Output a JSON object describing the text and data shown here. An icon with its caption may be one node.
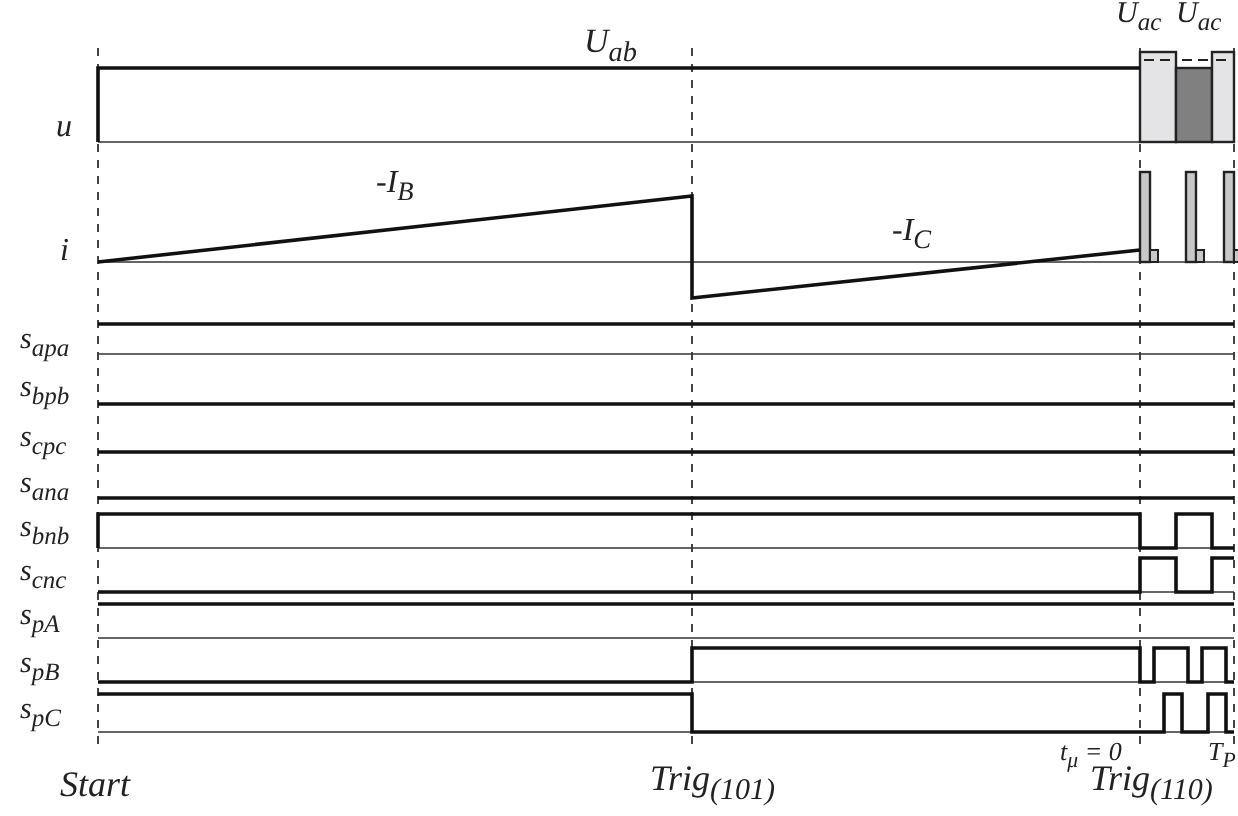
{
  "diagram": {
    "labels": [
      "U$_{ab}$",
      "U$_{ac}$",
      "U$_{ac}$",
      "u",
      "-I$_{B}$",
      "-I$_{C}$",
      "i",
      "s$_{apa}$",
      "s$_{bpb}$",
      "s$_{cpc}$",
      "s$_{ana}$",
      "s$_{bnb}$",
      "s$_{cnc}$",
      "s$_{pA}$",
      "s$_{pB}$",
      "s$_{pC}$",
      "t$_{μ}$ = 0",
      "T$_{P}$",
      "Start",
      "Trig$_{(101)}$",
      "Trig$_{(110)}$"
    ]
  }
}
